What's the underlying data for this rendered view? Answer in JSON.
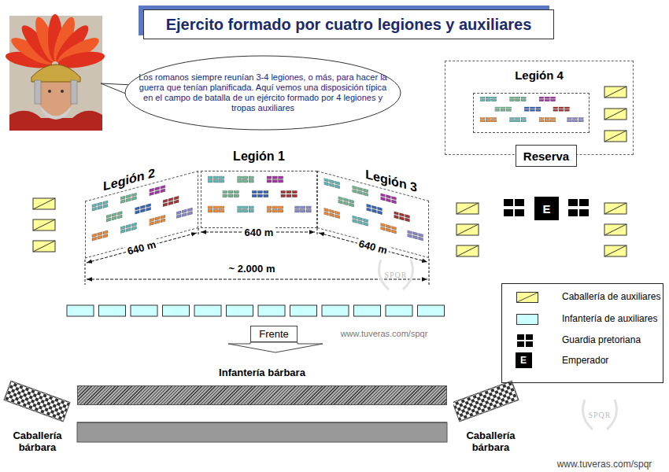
{
  "diagram": {
    "title": "Ejercito formado por cuatro legiones y auxiliares",
    "nodes": [
      {
        "text": [
          "Los romanos siempre reunían 3-4 legiones, o más, para hacer la guerra que tenían planificada. Aquí vemos una disposición típica en el campo de batalla de un ejército formado por 4 legiones y tropas auxiliares"
        ]
      },
      {
        "text": [
          "Legión 4"
        ]
      },
      {
        "text": [
          "Reserva"
        ]
      },
      {
        "text": [
          "Legión 2"
        ]
      },
      {
        "text": [
          "Legión 1"
        ]
      },
      {
        "text": [
          "Legión 3"
        ]
      },
      {
        "text": [
          "E"
        ]
      },
      {
        "text": [
          "Frente"
        ]
      },
      {
        "text": [
          "Infantería bárbara"
        ]
      },
      {
        "text": [
          "Caballería bárbara"
        ]
      },
      {
        "text": [
          "Caballería bárbara"
        ]
      }
    ],
    "labels": [
      "640 m",
      "640 m",
      "640 m",
      "~ 2.000 m",
      "SPQR",
      "www.tuveras.com/spqr",
      "E",
      "SPQR",
      "www.tuveras.com/spqr"
    ],
    "legend": [
      {
        "text": "Caballería de auxiliares",
        "color": "#ffff99"
      },
      {
        "text": "Infantería de auxiliares",
        "color": "#ccffff"
      },
      {
        "text": "Guardia pretoriana"
      },
      {
        "text": "Emperador"
      }
    ]
  }
}
